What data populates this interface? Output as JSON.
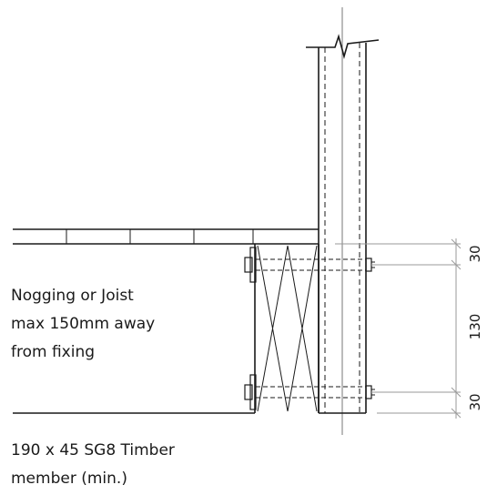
{
  "notes": {
    "nogging_line1": "Nogging or Joist",
    "nogging_line2": "max 150mm away",
    "nogging_line3": "from fixing",
    "timber_line1": "190 x 45 SG8 Timber",
    "timber_line2": "member (min.)"
  },
  "dimensions": {
    "top": "30",
    "middle": "130",
    "bottom": "30"
  },
  "colors": {
    "line": "#1a1a1a",
    "dim_line": "#9a9a9a"
  }
}
